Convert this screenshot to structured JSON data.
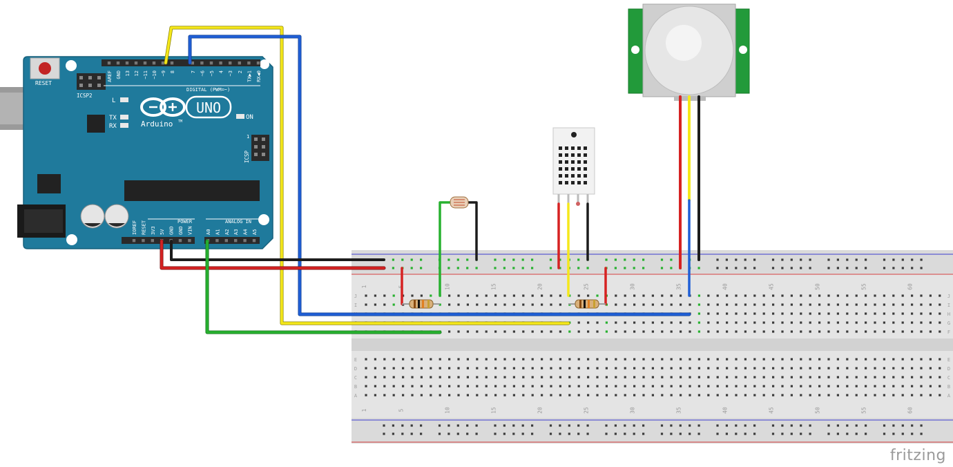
{
  "diagram": {
    "arduino": {
      "reset_label": "RESET",
      "icsp2_label": "ICSP2",
      "icsp_label": "ICSP",
      "uno_label": "UNO",
      "brand_label": "Arduino",
      "tm": "TM",
      "l_label": "L",
      "tx_label": "TX",
      "rx_label": "RX",
      "on_label": "ON",
      "digital_label": "DIGITAL (PWM=~)",
      "power_label": "POWER",
      "analog_label": "ANALOG IN",
      "one_label": "1",
      "digital_pins": [
        "AREF",
        "GND",
        "13",
        "12",
        "~11",
        "~10",
        "~9",
        "8",
        "7",
        "~6",
        "~5",
        "4",
        "~3",
        "2",
        "TX▶1",
        "RX◀0"
      ],
      "power_pins": [
        "IOREF",
        "RESET",
        "3V3",
        "5V",
        "GND",
        "GND",
        "VIN"
      ],
      "analog_pins": [
        "A0",
        "A1",
        "A2",
        "A3",
        "A4",
        "A5"
      ]
    },
    "breadboard": {
      "column_numbers": [
        "1",
        "5",
        "10",
        "15",
        "20",
        "25",
        "30",
        "35",
        "40",
        "45",
        "50",
        "55",
        "60"
      ],
      "row_letters_top": [
        "J",
        "I",
        "H",
        "G",
        "F"
      ],
      "row_letters_bottom": [
        "E",
        "D",
        "C",
        "B",
        "A"
      ]
    },
    "colors": {
      "board": "#1f7a9c",
      "wire_red": "#d62222",
      "wire_black": "#1c1c1c",
      "wire_yellow": "#f5e81b",
      "wire_blue": "#1f5fd6",
      "wire_green": "#27b12f",
      "pir_green": "#229a3a"
    },
    "watermark": "fritzing"
  }
}
